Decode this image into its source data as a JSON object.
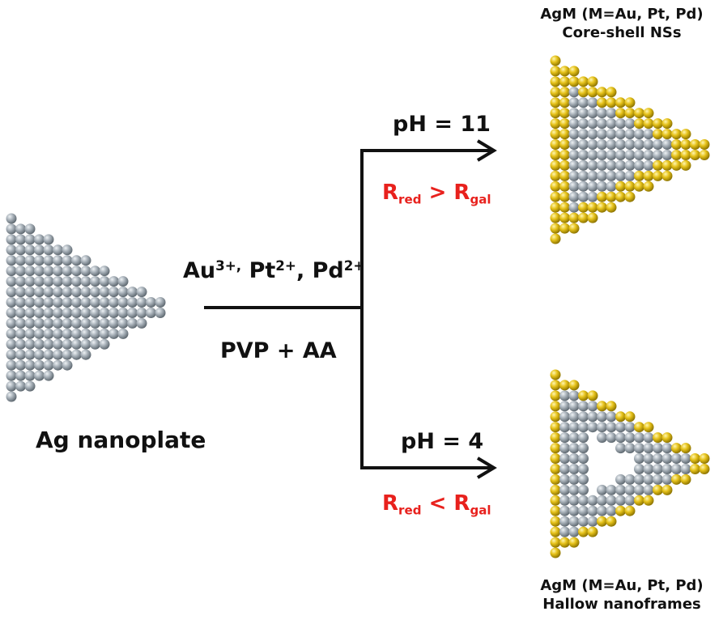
{
  "start": {
    "caption": "Ag nanoplate"
  },
  "reagents": {
    "metals": [
      {
        "symbol": "Au",
        "charge": "3+,"
      },
      {
        "symbol": "Pt",
        "charge": "2+"
      },
      {
        "symbol": "Pd",
        "charge": "2+"
      }
    ],
    "additives": "PVP + AA"
  },
  "branch_top": {
    "condition": "pH = 11",
    "rate": {
      "left": "R",
      "left_sub": "red",
      "op": ">",
      "right": "R",
      "right_sub": "gal"
    },
    "product_line1": "AgM (M=Au, Pt, Pd)",
    "product_line2": "Core-shell NSs"
  },
  "branch_bottom": {
    "condition": "pH = 4",
    "rate": {
      "left": "R",
      "left_sub": "red",
      "op": "<",
      "right": "R",
      "right_sub": "gal"
    },
    "product_line1": "AgM (M=Au, Pt, Pd)",
    "product_line2": "Hallow nanoframes"
  },
  "colors": {
    "silver_atom": "#a9b2ba",
    "metal_atom": "#e6c21a",
    "rate_text": "#e8211d",
    "line": "#111111"
  }
}
